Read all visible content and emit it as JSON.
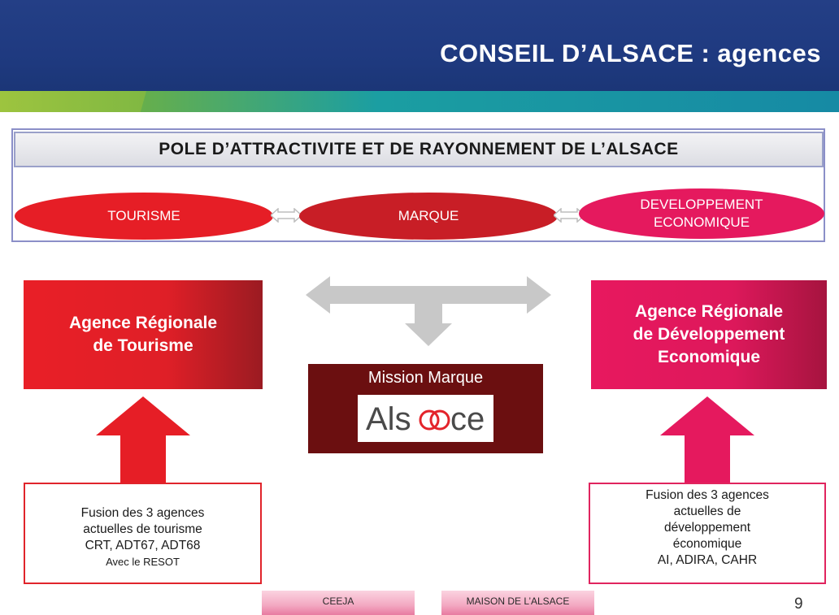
{
  "header": {
    "title": "CONSEIL D’ALSACE : agences"
  },
  "pole": {
    "title": "POLE D’ATTRACTIVITE ET DE RAYONNEMENT DE L’ALSACE",
    "items": [
      {
        "label": "TOURISME"
      },
      {
        "label": "MARQUE"
      },
      {
        "label_line1": "DEVELOPPEMENT",
        "label_line2": "ECONOMIQUE"
      }
    ]
  },
  "agencies": {
    "tourisme": {
      "line1": "Agence Régionale",
      "line2": "de Tourisme"
    },
    "developpement": {
      "line1": "Agence Régionale",
      "line2": "de Développement",
      "line3": "Economique"
    }
  },
  "mission": {
    "label": "Mission Marque",
    "logo_text": "Alsace"
  },
  "fusion": {
    "tourisme": {
      "line1": "Fusion des 3 agences",
      "line2": "actuelles de tourisme",
      "line3": "CRT, ADT67, ADT68",
      "line4": "Avec le RESOT"
    },
    "developpement": {
      "line1": "Fusion des 3 agences",
      "line2": "actuelles de",
      "line3": "développement",
      "line4": "économique",
      "line5": "AI, ADIRA, CAHR"
    }
  },
  "bottom_tabs": [
    {
      "label": "CEEJA"
    },
    {
      "label": "MAISON DE L’ALSACE"
    }
  ],
  "page_number": "9",
  "colors": {
    "header_blue": "#1f3a80",
    "tourisme_red": "#e61e26",
    "marque_red": "#c81e26",
    "developpement_pink": "#e5195e",
    "mission_dark": "#6b0f10",
    "connector_grey": "#c8c8c8"
  }
}
